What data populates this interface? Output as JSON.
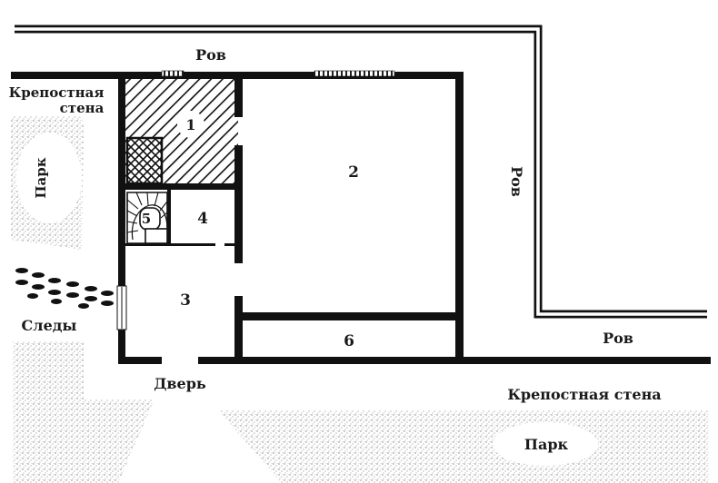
{
  "labels": {
    "moat_top": "Ров",
    "moat_right": "Ров",
    "moat_bottom": "Ров",
    "fortress_wall_left": "Крепостная",
    "fortress_wall_left_2": "стена",
    "fortress_wall_bottom": "Крепостная стена",
    "park_left": "Парк",
    "park_bottom": "Парк",
    "tracks": "Следы",
    "door": "Дверь"
  },
  "rooms": {
    "r1": "1",
    "r2": "2",
    "r3": "3",
    "r4": "4",
    "r5": "5",
    "r6": "6"
  },
  "colors": {
    "wall": "#111111",
    "ink": "#1a1a1a",
    "stipple": "#b9b9b9",
    "background": "#ffffff"
  }
}
